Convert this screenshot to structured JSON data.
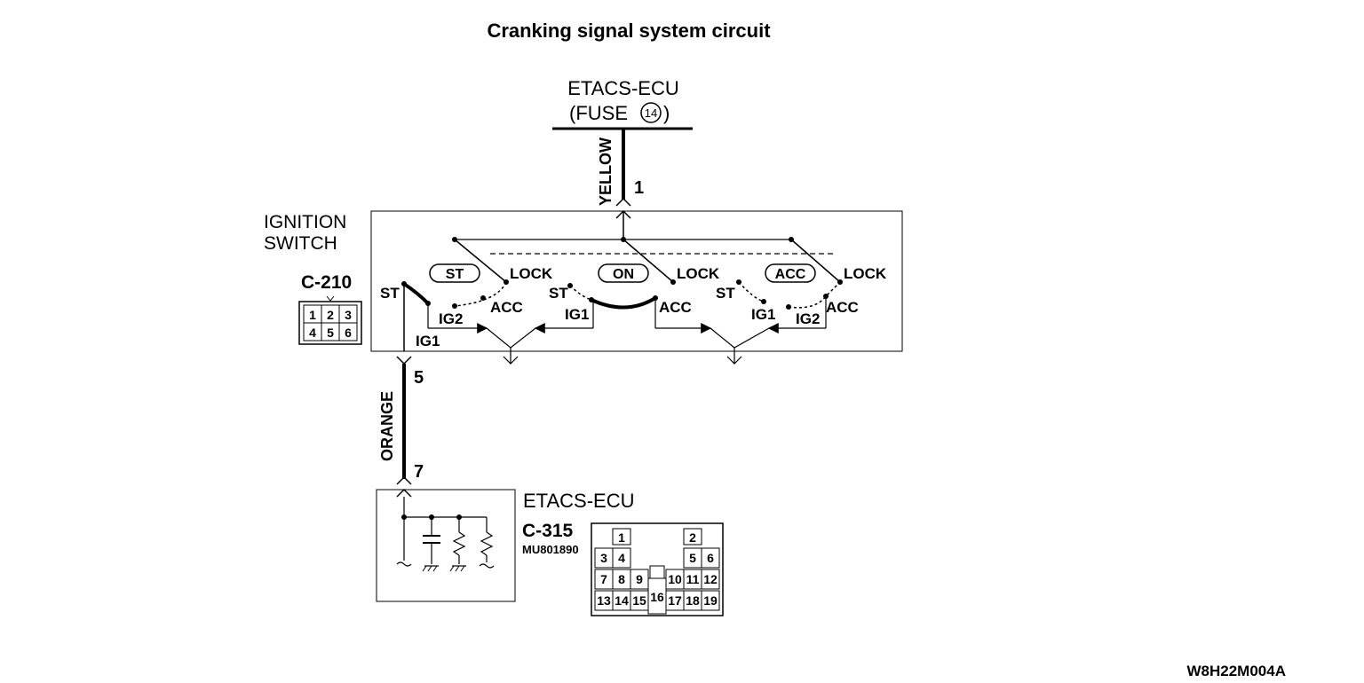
{
  "title": "Cranking signal system circuit",
  "etacs_top": {
    "name": "ETACS-ECU",
    "fuse_prefix": "(FUSE",
    "fuse_number": "14",
    "fuse_suffix": ")"
  },
  "wire_top": {
    "color": "YELLOW",
    "pin": "1"
  },
  "ignition_switch": {
    "name_line1": "IGNITION",
    "name_line2": "SWITCH",
    "connector": "C-210",
    "connector_pins": [
      "1",
      "2",
      "3",
      "4",
      "5",
      "6"
    ],
    "positions": [
      "ST",
      "ON",
      "ACC"
    ],
    "label_lock": "LOCK",
    "label_st": "ST",
    "label_acc": "ACC",
    "label_ig1": "IG1",
    "label_ig2": "IG2"
  },
  "wire_bottom": {
    "color": "ORANGE",
    "pin_top": "5",
    "pin_bottom": "7"
  },
  "etacs_bottom": {
    "name": "ETACS-ECU",
    "connector": "C-315",
    "part_number": "MU801890",
    "connector_pins": [
      "1",
      "2",
      "3",
      "4",
      "5",
      "6",
      "7",
      "8",
      "9",
      "10",
      "11",
      "12",
      "13",
      "14",
      "15",
      "16",
      "17",
      "18",
      "19"
    ]
  },
  "figure_code": "W8H22M004A"
}
